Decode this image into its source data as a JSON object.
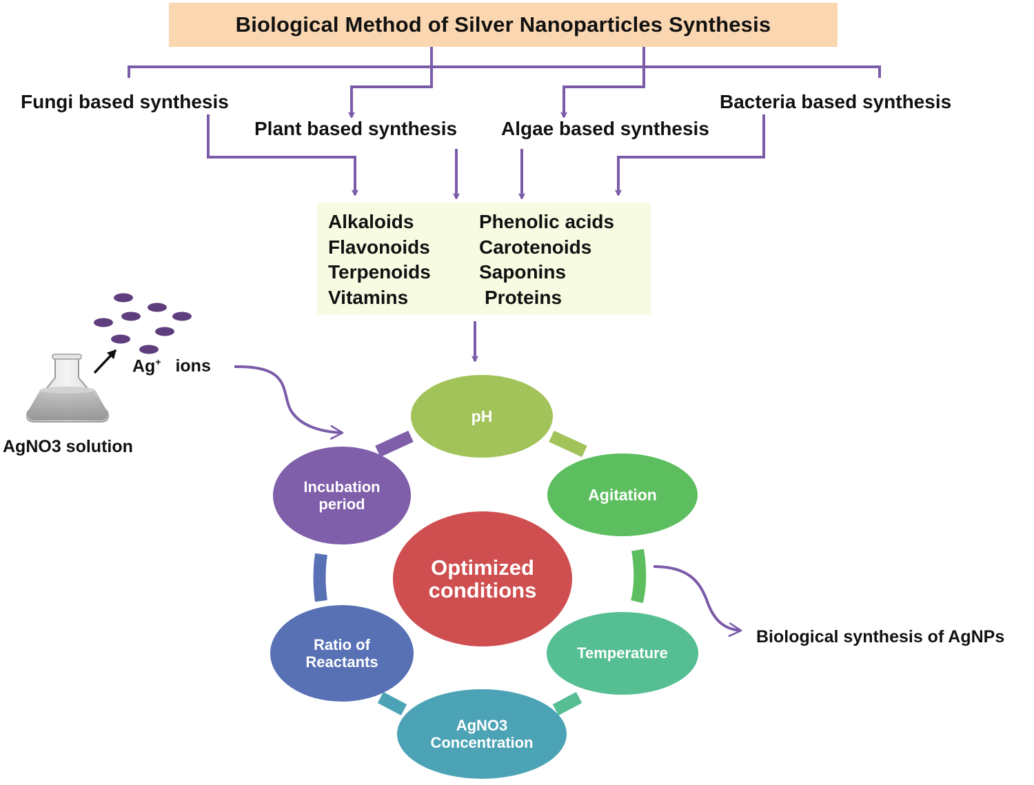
{
  "title": "Biological Method of Silver Nanoparticles Synthesis",
  "sources": {
    "fungi": "Fungi based synthesis",
    "plant": "Plant based synthesis",
    "algae": "Algae based synthesis",
    "bacteria": "Bacteria based synthesis"
  },
  "compounds": {
    "left": [
      "Alkaloids",
      "Flavonoids",
      "Terpenoids",
      "Vitamins"
    ],
    "right": [
      "Phenolic acids",
      "Carotenoids",
      "Saponins",
      "Proteins"
    ]
  },
  "ions": {
    "symbol": "Ag",
    "superscript": "+",
    "word": "ions"
  },
  "solution_label": "AgNO3 solution",
  "cycle": {
    "center": {
      "line1": "Optimized",
      "line2": "conditions"
    },
    "nodes": [
      {
        "line1": "pH",
        "line2": "",
        "color": "#a2c35a"
      },
      {
        "line1": "Agitation",
        "line2": "",
        "color": "#5cbe5e"
      },
      {
        "line1": "Temperature",
        "line2": "",
        "color": "#55be92"
      },
      {
        "line1": "AgNO3",
        "line2": "Concentration",
        "color": "#4ca3b5"
      },
      {
        "line1": "Ratio of",
        "line2": "Reactants",
        "color": "#5871b5"
      },
      {
        "line1": "Incubation",
        "line2": "period",
        "color": "#7f5eaa"
      }
    ]
  },
  "output_label": "Biological synthesis  of AgNPs",
  "colors": {
    "arrow": "#7a5ba8",
    "title_bg": "#fbd7b1",
    "compound_bg": "#f7fbe2",
    "center": "#cf4f50",
    "ion_dot": "#5f3e7e"
  }
}
